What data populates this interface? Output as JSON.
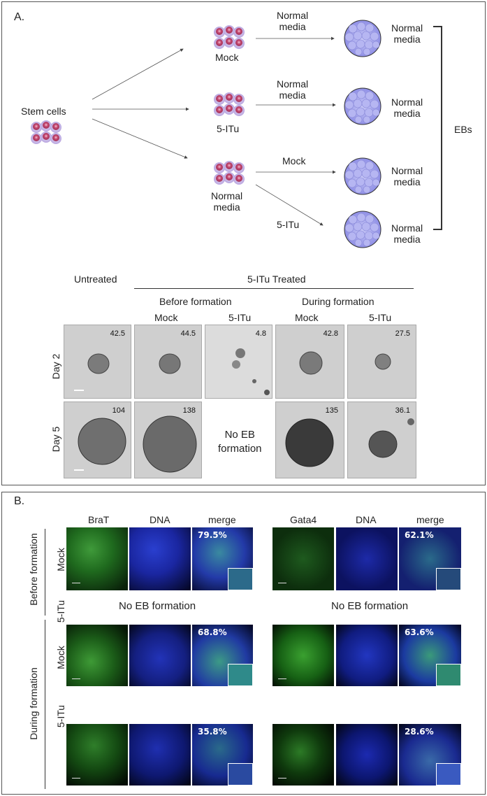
{
  "panelA": {
    "label": "A.",
    "stem_cells": "Stem cells",
    "mock": "Mock",
    "itu": "5-ITu",
    "normal_media": [
      "Normal",
      "media"
    ],
    "arrow_labels": {
      "row1": [
        "Normal",
        "media"
      ],
      "row2": [
        "Normal",
        "media"
      ],
      "row3": "Mock",
      "row4": "5-ITu"
    },
    "eb_labels": [
      [
        "Normal",
        "media"
      ],
      [
        "Normal",
        "media"
      ],
      [
        "Normal",
        "media"
      ],
      [
        "Normal",
        "media"
      ]
    ],
    "ebs": "EBs",
    "colors": {
      "cell": "#c4486f",
      "cell_halo": "#c9b8e6",
      "eb": "#a9a9ef",
      "eb_outline": "#333"
    }
  },
  "grid": {
    "untreated": "Untreated",
    "treated": "5-ITu Treated",
    "before": "Before formation",
    "during": "During formation",
    "cols": [
      "Mock",
      "5-ITu",
      "Mock",
      "5-ITu"
    ],
    "rows": [
      "Day 2",
      "Day 5"
    ],
    "day2_values": [
      "42.5",
      "44.5",
      "4.8",
      "42.8",
      "27.5"
    ],
    "day5_values": [
      "104",
      "138",
      "135",
      "36.1"
    ],
    "no_eb": [
      "No EB",
      "formation"
    ]
  },
  "panelB": {
    "label": "B.",
    "left_headers": [
      "BraT",
      "DNA",
      "merge"
    ],
    "right_headers": [
      "Gata4",
      "DNA",
      "merge"
    ],
    "before": "Before formation",
    "during": "During formation",
    "mock": "Mock",
    "itu": "5-ITu",
    "no_eb": "No EB formation",
    "pcts": {
      "before_mock_brat": "79.5%",
      "before_mock_gata4": "62.1%",
      "during_mock_brat": "68.8%",
      "during_mock_gata4": "63.6%",
      "during_itu_brat": "35.8%",
      "during_itu_gata4": "28.6%"
    }
  }
}
